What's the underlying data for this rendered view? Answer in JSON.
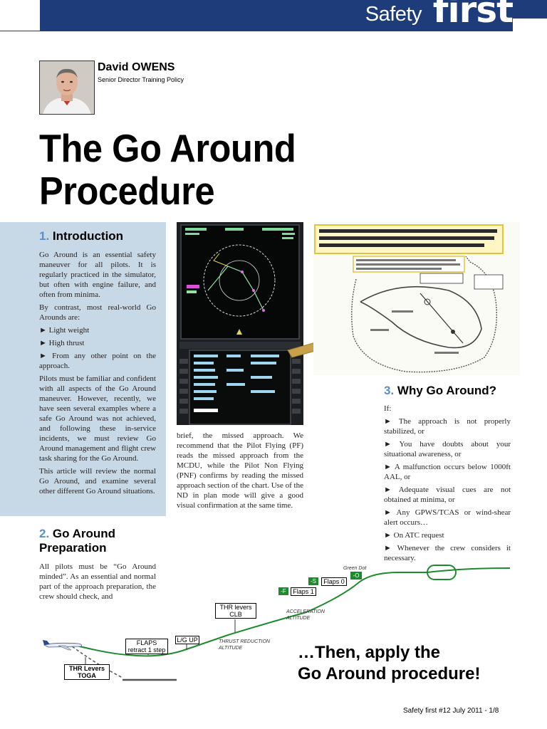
{
  "header": {
    "brand_left": "Safety",
    "brand_right": "first"
  },
  "author": {
    "name": "David OWENS",
    "role": "Senior Director Training Policy"
  },
  "title": {
    "line1": "The Go Around",
    "line2": "Procedure"
  },
  "intro": {
    "num": "1.",
    "heading": "Introduction",
    "p1": "Go Around is an essential safety maneuver for all pilots. It is regularly practiced in the simulator, but often with engine failure, and often from minima.",
    "p2": "By contrast, most real-world Go Arounds are:",
    "bullets": [
      "► Light weight",
      "► High thrust",
      "► From any other point on the approach."
    ],
    "p3": "Pilots must be familiar and confident with all aspects of the Go Around maneuver. However, recently, we have seen several examples where a safe Go Around was not achieved, and following these in-service incidents, we must review Go Around management and flight crew task sharing for the Go Around.",
    "p4": "This article will review the normal Go Around, and examine several other different Go Around situations."
  },
  "prep": {
    "num": "2.",
    "heading_line1": "Go Around",
    "heading_line2": "Preparation",
    "p1": "All pilots must be “Go Around minded”. As an essential and normal part of the approach preparation, the crew should check, and"
  },
  "middle": {
    "p1": "brief, the missed approach. We recommend that the Pilot Flying (PF) reads the missed approach from the MCDU, while the Pilot Non Flying (PNF) confirms by reading the missed approach section of the chart. Use of the ND in plan mode will give a good visual confirmation at the same time."
  },
  "why": {
    "num": "3.",
    "heading": "Why Go Around?",
    "intro": "If:",
    "bullets": [
      "► The approach is not properly stabilized, or",
      "► You have doubts about your situational awareness, or",
      "► A malfunction occurs below 1000ft AAL, or",
      "► Adequate visual cues are not obtained at minima, or",
      "► Any GPWS/TCAS or wind-shear alert occurs…",
      "► On ATC request",
      "► Whenever the crew considers it necessary."
    ]
  },
  "diagram": {
    "thr_toga_line1": "THR Levers",
    "thr_toga_line2": "TOGA",
    "flaps_retract_line1": "FLAPS",
    "flaps_retract_line2": "retract 1 step",
    "lg_up": "L/G UP",
    "thr_clb_line1": "THR levers",
    "thr_clb_line2": "CLB",
    "thrust_red_line1": "THRUST REDUCTION",
    "thrust_red_line2": "ALTITUDE",
    "accel_line1": "ACCELERATION",
    "accel_line2": "ALTITUDE",
    "f_tag": "-F",
    "flaps1": "Flaps 1",
    "s_tag": "-S",
    "flaps0": "Flaps 0",
    "green_dot_label": "Green Dot",
    "o_tag": "-O"
  },
  "apply": {
    "line1": "…Then, apply the",
    "line2": "Go Around procedure!"
  },
  "footer": {
    "text": "Safety first #12 July 2011 - 1/8"
  },
  "colors": {
    "header_blue": "#1e3c7a",
    "intro_bg": "#c7d9e7",
    "accent_blue": "#5b8fc6",
    "path_green": "#1d8a2d",
    "arrow_gold": "#c9a14a"
  }
}
